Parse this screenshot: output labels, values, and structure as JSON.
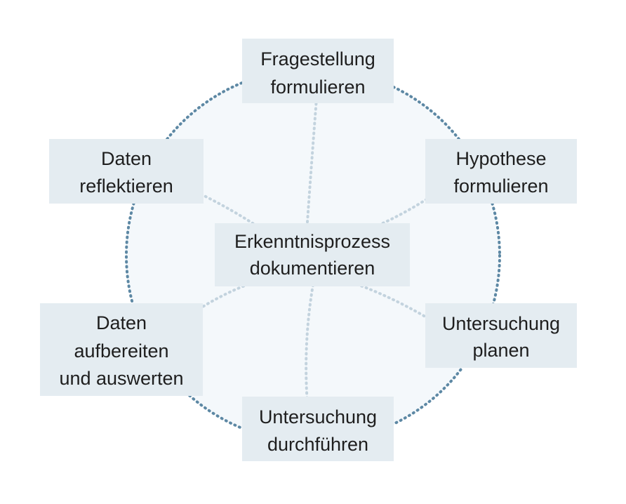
{
  "diagram": {
    "center": {
      "lines": [
        "Erkenntnisprozess",
        "dokumentieren"
      ]
    },
    "nodes": [
      {
        "id": "fragestellung",
        "lines": [
          "Fragestellung",
          "formulieren"
        ]
      },
      {
        "id": "hypothese",
        "lines": [
          "Hypothese",
          "formulieren"
        ]
      },
      {
        "id": "planen",
        "lines": [
          "Untersuchung",
          "planen"
        ]
      },
      {
        "id": "durchfuehren",
        "lines": [
          "Untersuchung",
          "durchführen"
        ]
      },
      {
        "id": "aufbereiten",
        "lines": [
          "Daten",
          "aufbereiten",
          "und auswerten"
        ]
      },
      {
        "id": "reflektieren",
        "lines": [
          "Daten",
          "reflektieren"
        ]
      }
    ],
    "colors": {
      "ring": "#5d88a4",
      "spokes": "#c3d3de",
      "box_fill": "#e4ecf1",
      "circle_fill": "#f4f8fb",
      "text": "#1e1e1e"
    }
  }
}
